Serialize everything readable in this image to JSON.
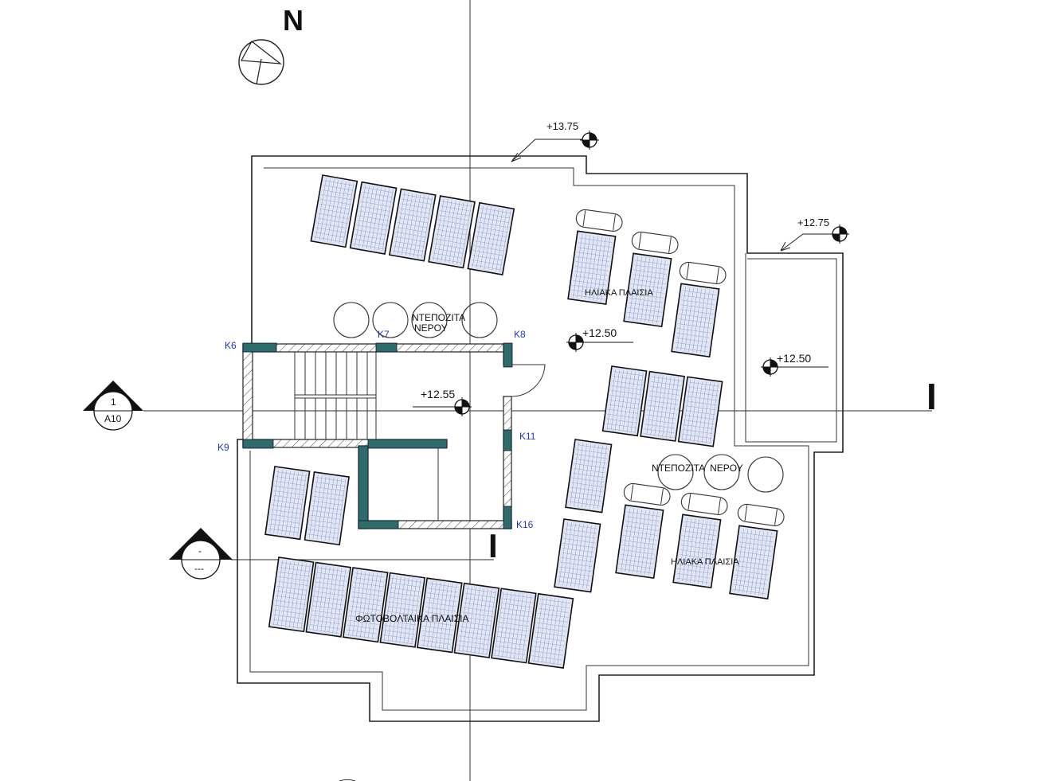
{
  "north": {
    "label": "N"
  },
  "levels": {
    "top_parapet": "+13.75",
    "side_parapet": "+12.75",
    "roof_main": "+12.50",
    "roof_side": "+12.50",
    "stair_landing": "+12.55"
  },
  "labels": {
    "water_heaters_top": [
      "ΝΤΕΠΟΖΙΤΑ",
      "ΝΕΡΟΥ"
    ],
    "water_heaters_bottom": "ΝΤΕΠΟΖΙΤΑ  ΝΕΡΟΥ",
    "solar_panels_top": "ΗΛΙΑΚΑ ΠΛΑΙΣΙΑ",
    "solar_panels_bottom": "ΗΛΙΑΚΑ ΠΛΑΙΣΙΑ",
    "pv_panels": "ΦΩΤΟΒΟΛΤΑΙΚΑ ΠΛΑΙΣΙΑ"
  },
  "columns": [
    "K6",
    "K7",
    "K8",
    "K9",
    "K11",
    "K16"
  ],
  "section_marks": {
    "left": {
      "number": "1",
      "sheet": "A10"
    },
    "lower": {
      "number": "-",
      "sheet": "---"
    },
    "right_letter": "I",
    "bottom_letter": "I"
  },
  "colors": {
    "column_fill": "#2e6b6b",
    "tag_text": "#2233cc",
    "panel_fill": "#dfe4f3"
  }
}
